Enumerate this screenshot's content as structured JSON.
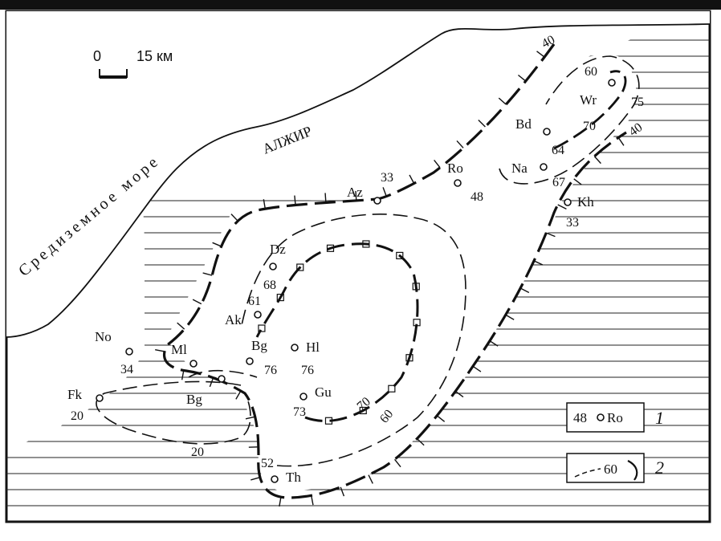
{
  "sea_label": "Средиземное море",
  "country_label": "АЛЖИР",
  "scale": {
    "zero": "0",
    "value": "15 км"
  },
  "stations": [
    {
      "code": "Ro",
      "value": "48"
    },
    {
      "code": "Az",
      "value": "33"
    },
    {
      "code": "Bd",
      "value": "64"
    },
    {
      "code": "Wr",
      "value": "75"
    },
    {
      "code": "Na",
      "value": "67"
    },
    {
      "code": "Kh",
      "value": "33"
    },
    {
      "code": "Dz",
      "value": "68"
    },
    {
      "code": "Ak",
      "value": "61"
    },
    {
      "code": "Bg",
      "value": "76"
    },
    {
      "code": "Hl",
      "value": "76"
    },
    {
      "code": "No",
      "value": "34"
    },
    {
      "code": "Ml",
      "value": ""
    },
    {
      "code": "Bg",
      "value": ""
    },
    {
      "code": "Fk",
      "value": "20"
    },
    {
      "code": "Gu",
      "value": "73"
    },
    {
      "code": "Th",
      "value": "52"
    }
  ],
  "contours": [
    "40",
    "40",
    "60",
    "70",
    "60",
    "70",
    "20"
  ],
  "legend": [
    {
      "number": "1",
      "sample_value": "48",
      "sample_code": "Ro"
    },
    {
      "number": "2",
      "sample_value": "60"
    }
  ]
}
